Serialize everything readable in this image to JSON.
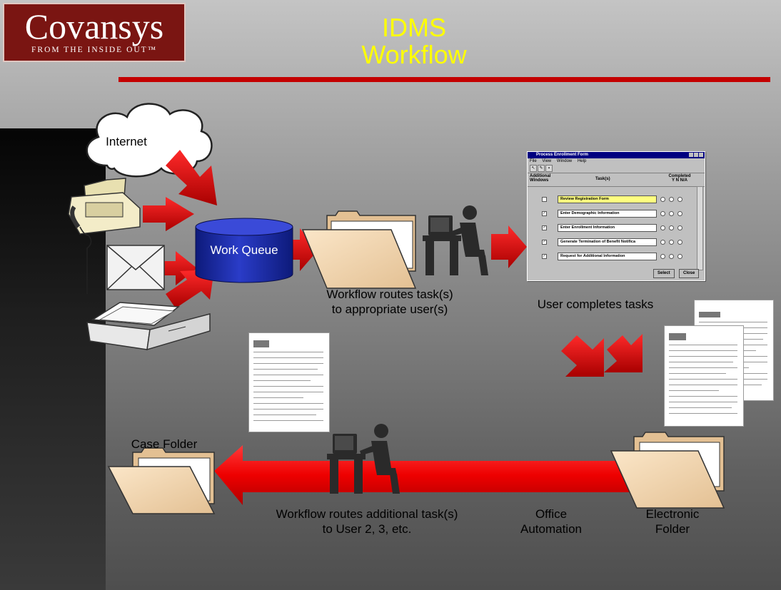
{
  "logo": {
    "name": "Covansys",
    "tagline": "FROM THE INSIDE OUT™"
  },
  "title": {
    "line1": "IDMS",
    "line2": "Workflow"
  },
  "labels": {
    "internet": "Internet",
    "work_queue": "Work Queue",
    "routes_user": "Workflow routes task(s) to appropriate user(s)",
    "user_completes": "User completes tasks",
    "case_folder": "Case Folder",
    "routes_additional": "Workflow routes additional task(s) to User 2, 3, etc.",
    "office_automation": "Office Automation",
    "electronic_folder": "Electronic Folder"
  },
  "app_window": {
    "title": "Process Enrollment Form",
    "menu": [
      "File",
      "View",
      "Window",
      "Help"
    ],
    "columns": {
      "additional": "Additional Windows",
      "tasks": "Task(s)",
      "completed": "Completed",
      "completed_sub": "Y N N/A"
    },
    "tasks": [
      "Review Registration Form",
      "Enter Demographic Information",
      "Enter Enrollment Information",
      "Generate Termination of Benefit Notifica",
      "Request for Additional Information"
    ],
    "buttons": {
      "select": "Select",
      "close": "Close"
    }
  },
  "colors": {
    "accent": "#ff0000",
    "title": "#ffff00",
    "rule": "#c40000",
    "logo_bg": "#7a1512",
    "queue": "#1c2aa8",
    "folder": "#f3d8b3"
  }
}
